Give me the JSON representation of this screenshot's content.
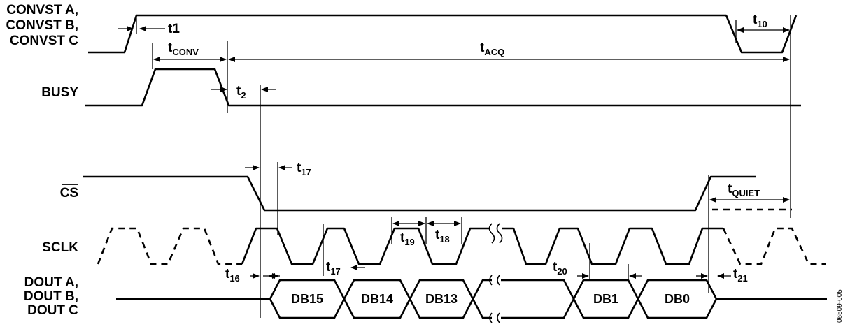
{
  "signals": {
    "convst_a": "CONVST A,",
    "convst_b": "CONVST B,",
    "convst_c": "CONVST C",
    "busy": "BUSY",
    "cs": "CS",
    "sclk": "SCLK",
    "dout_a": "DOUT A,",
    "dout_b": "DOUT B,",
    "dout_c": "DOUT C"
  },
  "timing": {
    "t1": "t1",
    "tconv": {
      "main": "t",
      "sub": "CONV"
    },
    "tacq": {
      "main": "t",
      "sub": "ACQ"
    },
    "t10": {
      "main": "t",
      "sub": "10"
    },
    "t2": {
      "main": "t",
      "sub": "2"
    },
    "t17_top": {
      "main": "t",
      "sub": "17"
    },
    "tquiet": {
      "main": "t",
      "sub": "QUIET"
    },
    "t19": {
      "main": "t",
      "sub": "19"
    },
    "t18": {
      "main": "t",
      "sub": "18"
    },
    "t16": {
      "main": "t",
      "sub": "16"
    },
    "t17_bottom": {
      "main": "t",
      "sub": "17"
    },
    "t20": {
      "main": "t",
      "sub": "20"
    },
    "t21": {
      "main": "t",
      "sub": "21"
    }
  },
  "data_bits": [
    "DB15",
    "DB14",
    "DB13",
    "DB1",
    "DB0"
  ],
  "figure_id": "06509-005"
}
